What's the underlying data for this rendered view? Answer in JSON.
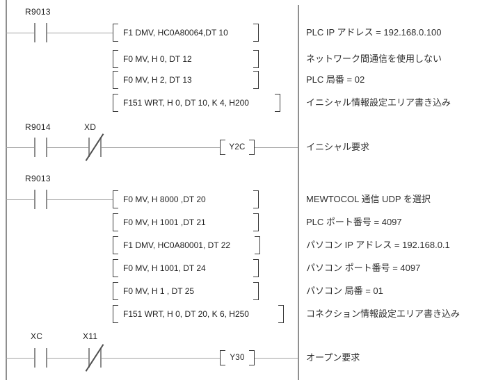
{
  "diagram": {
    "type": "plc-ladder",
    "rungs": [
      {
        "contacts": [
          {
            "label": "R9013",
            "type": "NO"
          }
        ],
        "blocks": [
          "F1 DMV, HC0A80064,DT 10",
          "F0 MV, H 0, DT 12",
          "F0 MV, H 2, DT 13",
          "F151 WRT, H 0, DT 10, K 4, H200"
        ]
      },
      {
        "contacts": [
          {
            "label": "R9014",
            "type": "NO"
          },
          {
            "label": "XD",
            "type": "NC"
          }
        ],
        "output": {
          "label": "Y2C"
        }
      },
      {
        "contacts": [
          {
            "label": "R9013",
            "type": "NO"
          }
        ],
        "blocks": [
          "F0 MV, H 8000 ,DT 20",
          "F0 MV, H 1001 ,DT 21",
          "F1 DMV, HC0A80001, DT 22",
          "F0 MV, H 1001, DT 24",
          "F0 MV, H 1 , DT 25",
          "F151 WRT, H 0, DT 20, K 6, H250"
        ]
      },
      {
        "contacts": [
          {
            "label": "XC",
            "type": "NO"
          },
          {
            "label": "X11",
            "type": "NC"
          }
        ],
        "output": {
          "label": "Y30"
        }
      }
    ],
    "comments": [
      "PLC IP アドレス = 192.168.0.100",
      "ネットワーク間通信を使用しない",
      "PLC 局番 = 02",
      "イニシャル情報設定エリア書き込み",
      "イニシャル要求",
      "MEWTOCOL 通信 UDP を選択",
      "PLC ポート番号 = 4097",
      "パソコン IP アドレス = 192.168.0.1",
      "パソコン ポート番号 = 4097",
      "パソコン 局番 = 01",
      "コネクション情報設定エリア書き込み",
      "オープン要求"
    ],
    "colors": {
      "background": "#ffffff",
      "wire": "#a0a0a0",
      "symbol": "#3a3a3a",
      "text": "#1f1f1f"
    }
  }
}
